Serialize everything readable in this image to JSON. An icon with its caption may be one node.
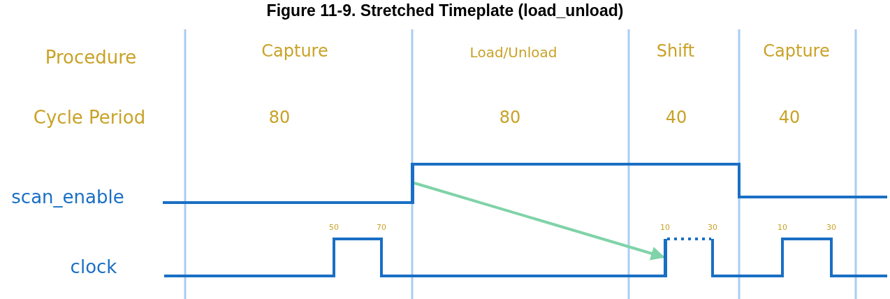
{
  "diagram": {
    "title": "Figure 11-9. Stretched Timeplate (load_unload)",
    "nodes": [
      {
        "text": [],
        "shape": "bar"
      },
      {
        "text": [],
        "shape": "bar"
      }
    ],
    "edges": [
      {
        "from": 0,
        "to": 1,
        "arrow": "to",
        "color": "#7fd3a8"
      }
    ],
    "labels": [
      "Procedure",
      "Capture",
      "Load/Unload",
      "Shift",
      "Capture",
      "Cycle Period",
      "80",
      "80",
      "40",
      "40",
      "scan_enable",
      "50",
      "70",
      "10",
      "30",
      "10",
      "30",
      "clock"
    ]
  }
}
